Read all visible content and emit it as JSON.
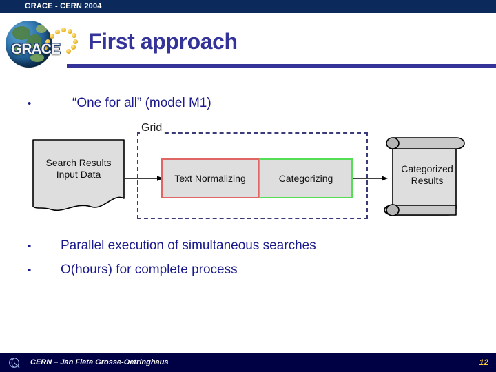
{
  "banner": {
    "text": "GRACE - CERN 2004",
    "background": "#0b2a5b",
    "text_color": "#ffffff"
  },
  "logo": {
    "wordmark": "GRACE",
    "icon_name": "grace-globe-logo"
  },
  "title": {
    "text": "First approach",
    "color": "#333399",
    "rule_color": "#333399"
  },
  "bullets": [
    {
      "marker": "•",
      "text": "“One for all” (model M1)"
    },
    {
      "marker": "•",
      "text": "Parallel execution of simultaneous searches"
    },
    {
      "marker": "•",
      "text": "O(hours) for complete process"
    }
  ],
  "diagram": {
    "grid_label": "Grid",
    "grid_border_color": "#3b3b7a",
    "input_document": {
      "line1": "Search Results",
      "line2": "Input Data",
      "fill": "#dedede"
    },
    "process_boxes": [
      {
        "label": "Text Normalizing",
        "border_color": "#e06666",
        "fill": "#dedede"
      },
      {
        "label": "Categorizing",
        "border_color": "#55dd55",
        "fill": "#dedede"
      }
    ],
    "output_document": {
      "line1": "Categorized",
      "line2": "Results",
      "fill": "#dedede"
    }
  },
  "footer": {
    "icon_name": "cern-logo-icon",
    "text": "CERN – Jan Fiete Grosse-Oetringhaus",
    "page_number": "12",
    "background": "#000044",
    "page_color": "#ffcc33"
  }
}
